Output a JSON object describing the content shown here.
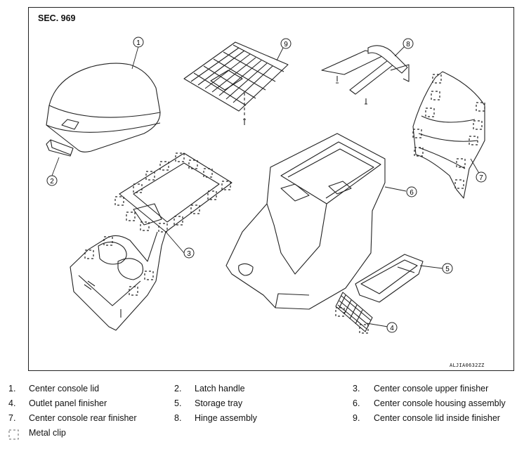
{
  "section_label": "SEC. 969",
  "image_code": "ALJIA0632ZZ",
  "callout_numbers": [
    "1",
    "2",
    "3",
    "4",
    "5",
    "6",
    "7",
    "8",
    "9"
  ],
  "legend": {
    "items": [
      {
        "num": "1.",
        "label": "Center console lid"
      },
      {
        "num": "2.",
        "label": "Latch handle"
      },
      {
        "num": "3.",
        "label": "Center console upper finisher"
      },
      {
        "num": "4.",
        "label": "Outlet panel finisher"
      },
      {
        "num": "5.",
        "label": "Storage tray"
      },
      {
        "num": "6.",
        "label": "Center console housing assembly"
      },
      {
        "num": "7.",
        "label": "Center console rear finisher"
      },
      {
        "num": "8.",
        "label": "Hinge assembly"
      },
      {
        "num": "9.",
        "label": "Center console lid inside finisher"
      }
    ],
    "symbol_label": "Metal clip"
  }
}
